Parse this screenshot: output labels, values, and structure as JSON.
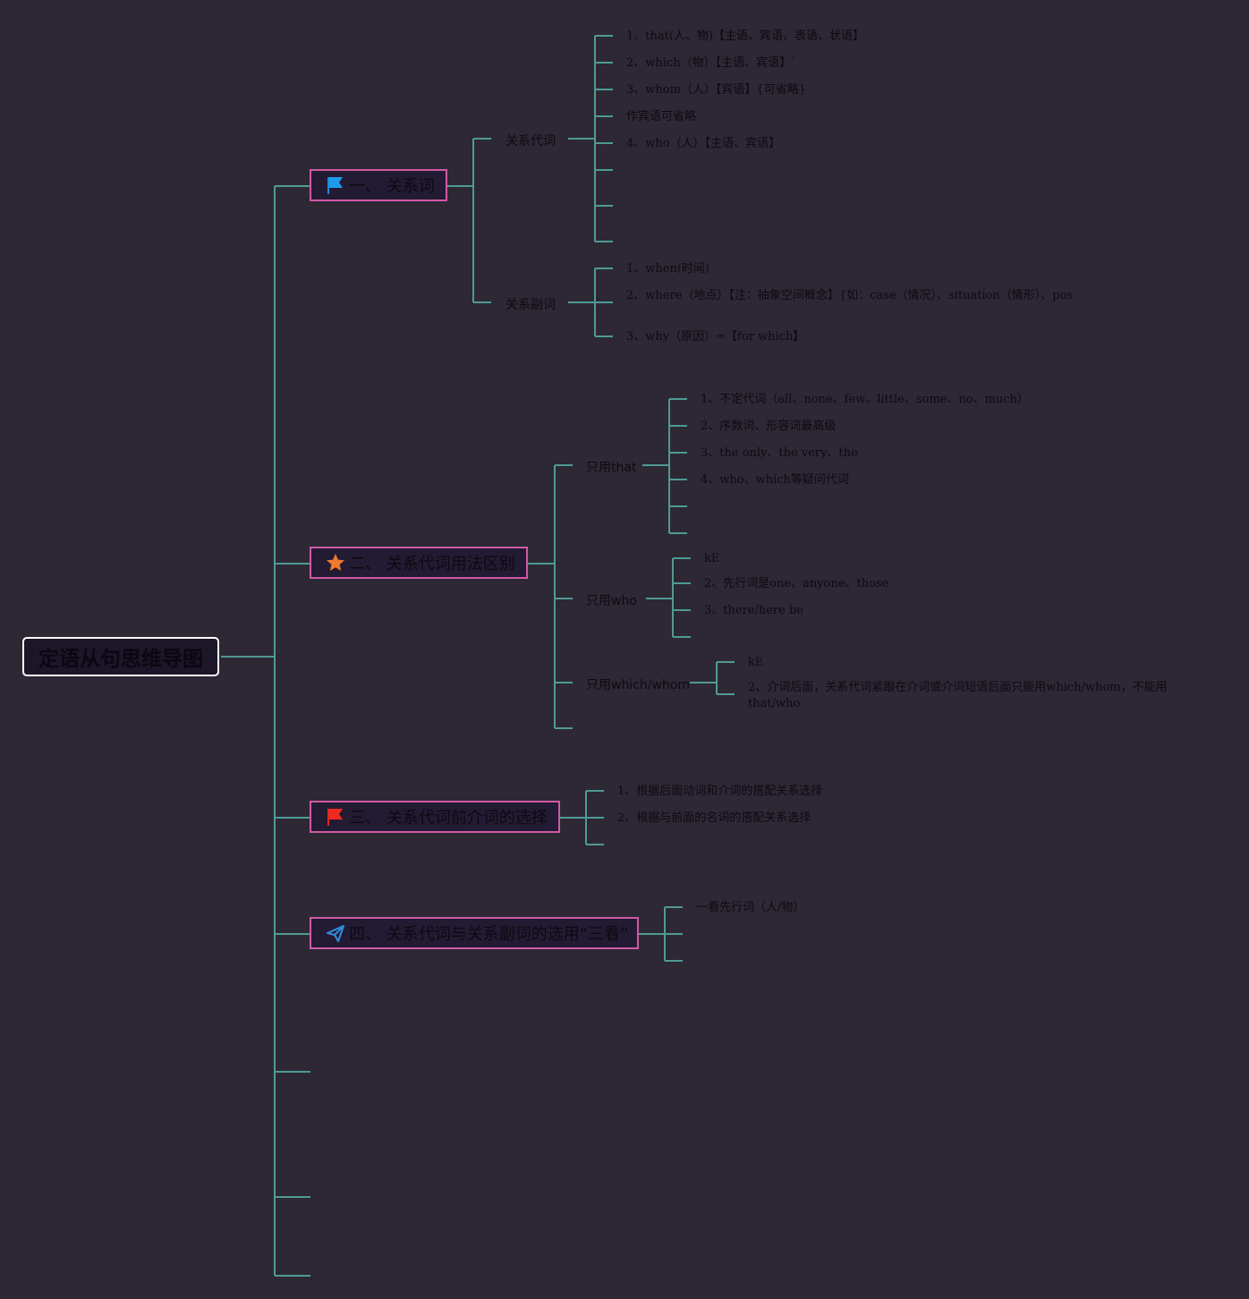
{
  "root": {
    "title": "定语从句思维导图"
  },
  "branches": [
    {
      "label": "一、 关系词",
      "icon": "blue-flag-icon",
      "subs": [
        {
          "label": "关系代词",
          "items": [
            "1、that(人、物)【主语、宾语、表语、状语】",
            "2、which（物）【主语、宾语】`",
            "3、whom（人）【宾语】{可省略}",
            "作宾语可省略",
            "4、who（人）【主语、宾语】"
          ]
        },
        {
          "label": "关系副词",
          "items": [
            "1、when(时间)",
            "2、where（地点）【注：抽象空间概念】{如：case（情况）、situation（情形）、pos",
            "3、why（原因）=【for which】"
          ]
        }
      ]
    },
    {
      "label": "二、 关系代词用法区别",
      "icon": "orange-star-icon",
      "subs": [
        {
          "label": "只用that",
          "items": [
            "1、不定代词（all、none、few、little、some、no、much）",
            "2、序数词、形容词最高级",
            "3、the only、the very、the",
            "4、who、which等疑问代词"
          ]
        },
        {
          "label": "只用who",
          "items": [
            "kE",
            "2、先行词是one、anyone、those",
            "3、there/here be"
          ]
        },
        {
          "label": "只用which/whom",
          "items": [
            "kE",
            "2、介词后面，关系代词紧跟在介词或介词短语后面只能用which/whom，不能用that/who"
          ]
        }
      ]
    },
    {
      "label": "三、 关系代词前介词的选择",
      "icon": "red-flag-icon",
      "items": [
        "1、根据后面动词和介词的搭配关系选择",
        "2、根据与前面的名词的搭配关系选择"
      ]
    },
    {
      "label": "四、 关系代词与关系副词的选用“三看”",
      "icon": "paper-plane-icon",
      "items": [
        "一看先行词（人/物）"
      ]
    }
  ],
  "colors": {
    "background": "#2d2834",
    "connector": "#4f9a94",
    "branch_border": "#d05aa6",
    "root_border": "#ffffff"
  }
}
